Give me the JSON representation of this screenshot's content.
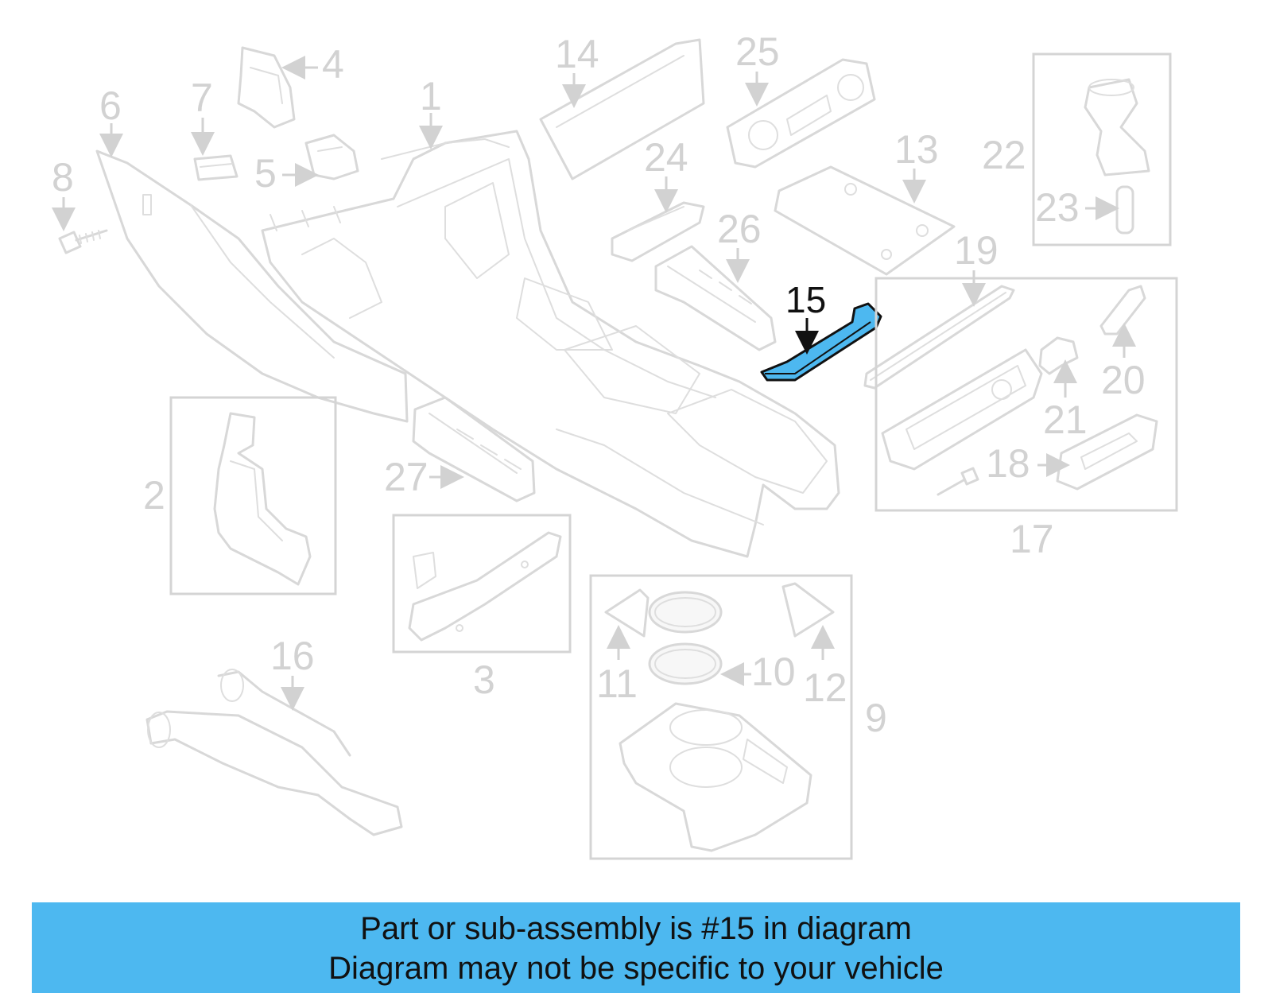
{
  "highlighted_part": "15",
  "callouts": [
    {
      "id": "1",
      "label": "1"
    },
    {
      "id": "2",
      "label": "2"
    },
    {
      "id": "3",
      "label": "3"
    },
    {
      "id": "4",
      "label": "4"
    },
    {
      "id": "5",
      "label": "5"
    },
    {
      "id": "6",
      "label": "6"
    },
    {
      "id": "7",
      "label": "7"
    },
    {
      "id": "8",
      "label": "8"
    },
    {
      "id": "9",
      "label": "9"
    },
    {
      "id": "10",
      "label": "10"
    },
    {
      "id": "11",
      "label": "11"
    },
    {
      "id": "12",
      "label": "12"
    },
    {
      "id": "13",
      "label": "13"
    },
    {
      "id": "14",
      "label": "14"
    },
    {
      "id": "15",
      "label": "15"
    },
    {
      "id": "16",
      "label": "16"
    },
    {
      "id": "17",
      "label": "17"
    },
    {
      "id": "18",
      "label": "18"
    },
    {
      "id": "19",
      "label": "19"
    },
    {
      "id": "20",
      "label": "20"
    },
    {
      "id": "21",
      "label": "21"
    },
    {
      "id": "22",
      "label": "22"
    },
    {
      "id": "23",
      "label": "23"
    },
    {
      "id": "24",
      "label": "24"
    },
    {
      "id": "25",
      "label": "25"
    },
    {
      "id": "26",
      "label": "26"
    },
    {
      "id": "27",
      "label": "27"
    }
  ],
  "banner": {
    "line1": "Part or sub-assembly is #15 in diagram",
    "line2": "Diagram may not be specific to your vehicle"
  },
  "colors": {
    "highlight": "#4db8f0",
    "ghost_line": "#d8d8d8",
    "banner_bg": "#4db8f0",
    "text_dark": "#111111"
  }
}
